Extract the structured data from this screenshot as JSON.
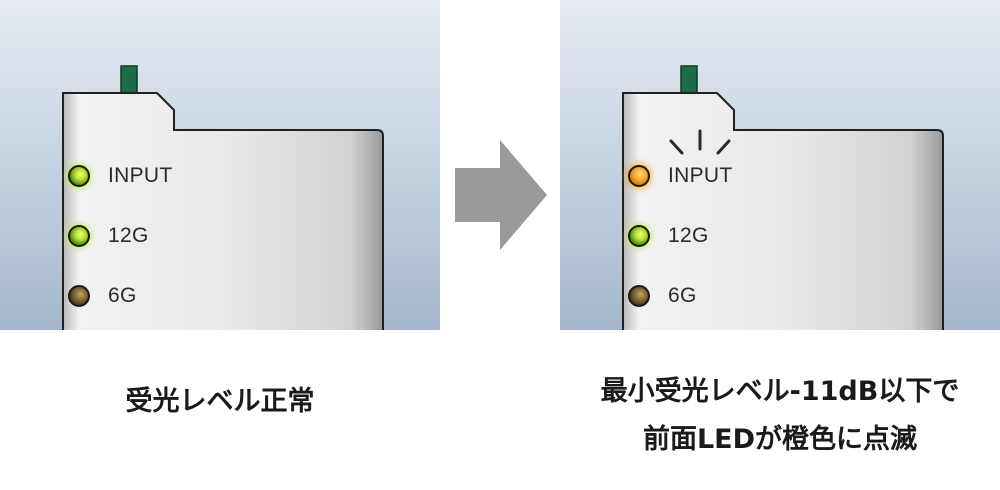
{
  "panels": {
    "left": {
      "leds": [
        {
          "label": "INPUT",
          "state": "green"
        },
        {
          "label": "12G",
          "state": "green"
        },
        {
          "label": "6G",
          "state": "off"
        }
      ],
      "caption": "受光レベル正常"
    },
    "right": {
      "leds": [
        {
          "label": "INPUT",
          "state": "orange-blinking"
        },
        {
          "label": "12G",
          "state": "green"
        },
        {
          "label": "6G",
          "state": "off"
        }
      ],
      "caption_line1": "最小受光レベル-11dB以下で",
      "caption_line2": "前面LEDが橙色に点滅"
    }
  },
  "colors": {
    "led_green": "#b9e12e",
    "led_orange": "#ffb13a",
    "led_off": "#7f6935",
    "arrow": "#9a9a9a",
    "connector": "#1f6b45"
  },
  "icons": {
    "arrow": "right-arrow-icon",
    "blink": "blink-rays-icon"
  }
}
